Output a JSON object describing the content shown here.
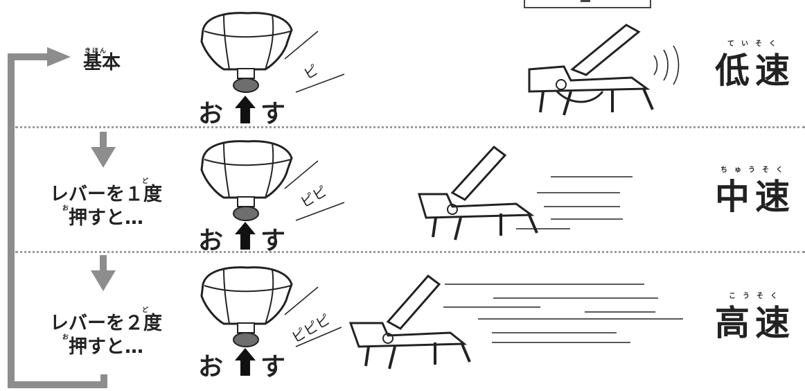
{
  "modes": [
    {
      "label_lines": [
        "基本"
      ],
      "furigana": "きほん",
      "sound": "ピ",
      "speed": "低速",
      "speed_furigana": "ていそく"
    },
    {
      "label_lines": [
        "レバーを１度",
        "押すと…"
      ],
      "furigana_do": "ど",
      "furigana_o": "お",
      "sound": "ピピ",
      "speed": "中速",
      "speed_furigana": "ちゅうそく"
    },
    {
      "label_lines": [
        "レバーを２度",
        "押すと…"
      ],
      "furigana_do": "ど",
      "furigana_o": "お",
      "sound": "ピピピ",
      "speed": "高速",
      "speed_furigana": "こうそく"
    }
  ],
  "press_left": "お",
  "press_right": "す",
  "colors": {
    "arrow_gray": "#8d8d8d",
    "divider": "#9a9a9a",
    "text": "#222222",
    "knob": "#6e6e6e"
  }
}
